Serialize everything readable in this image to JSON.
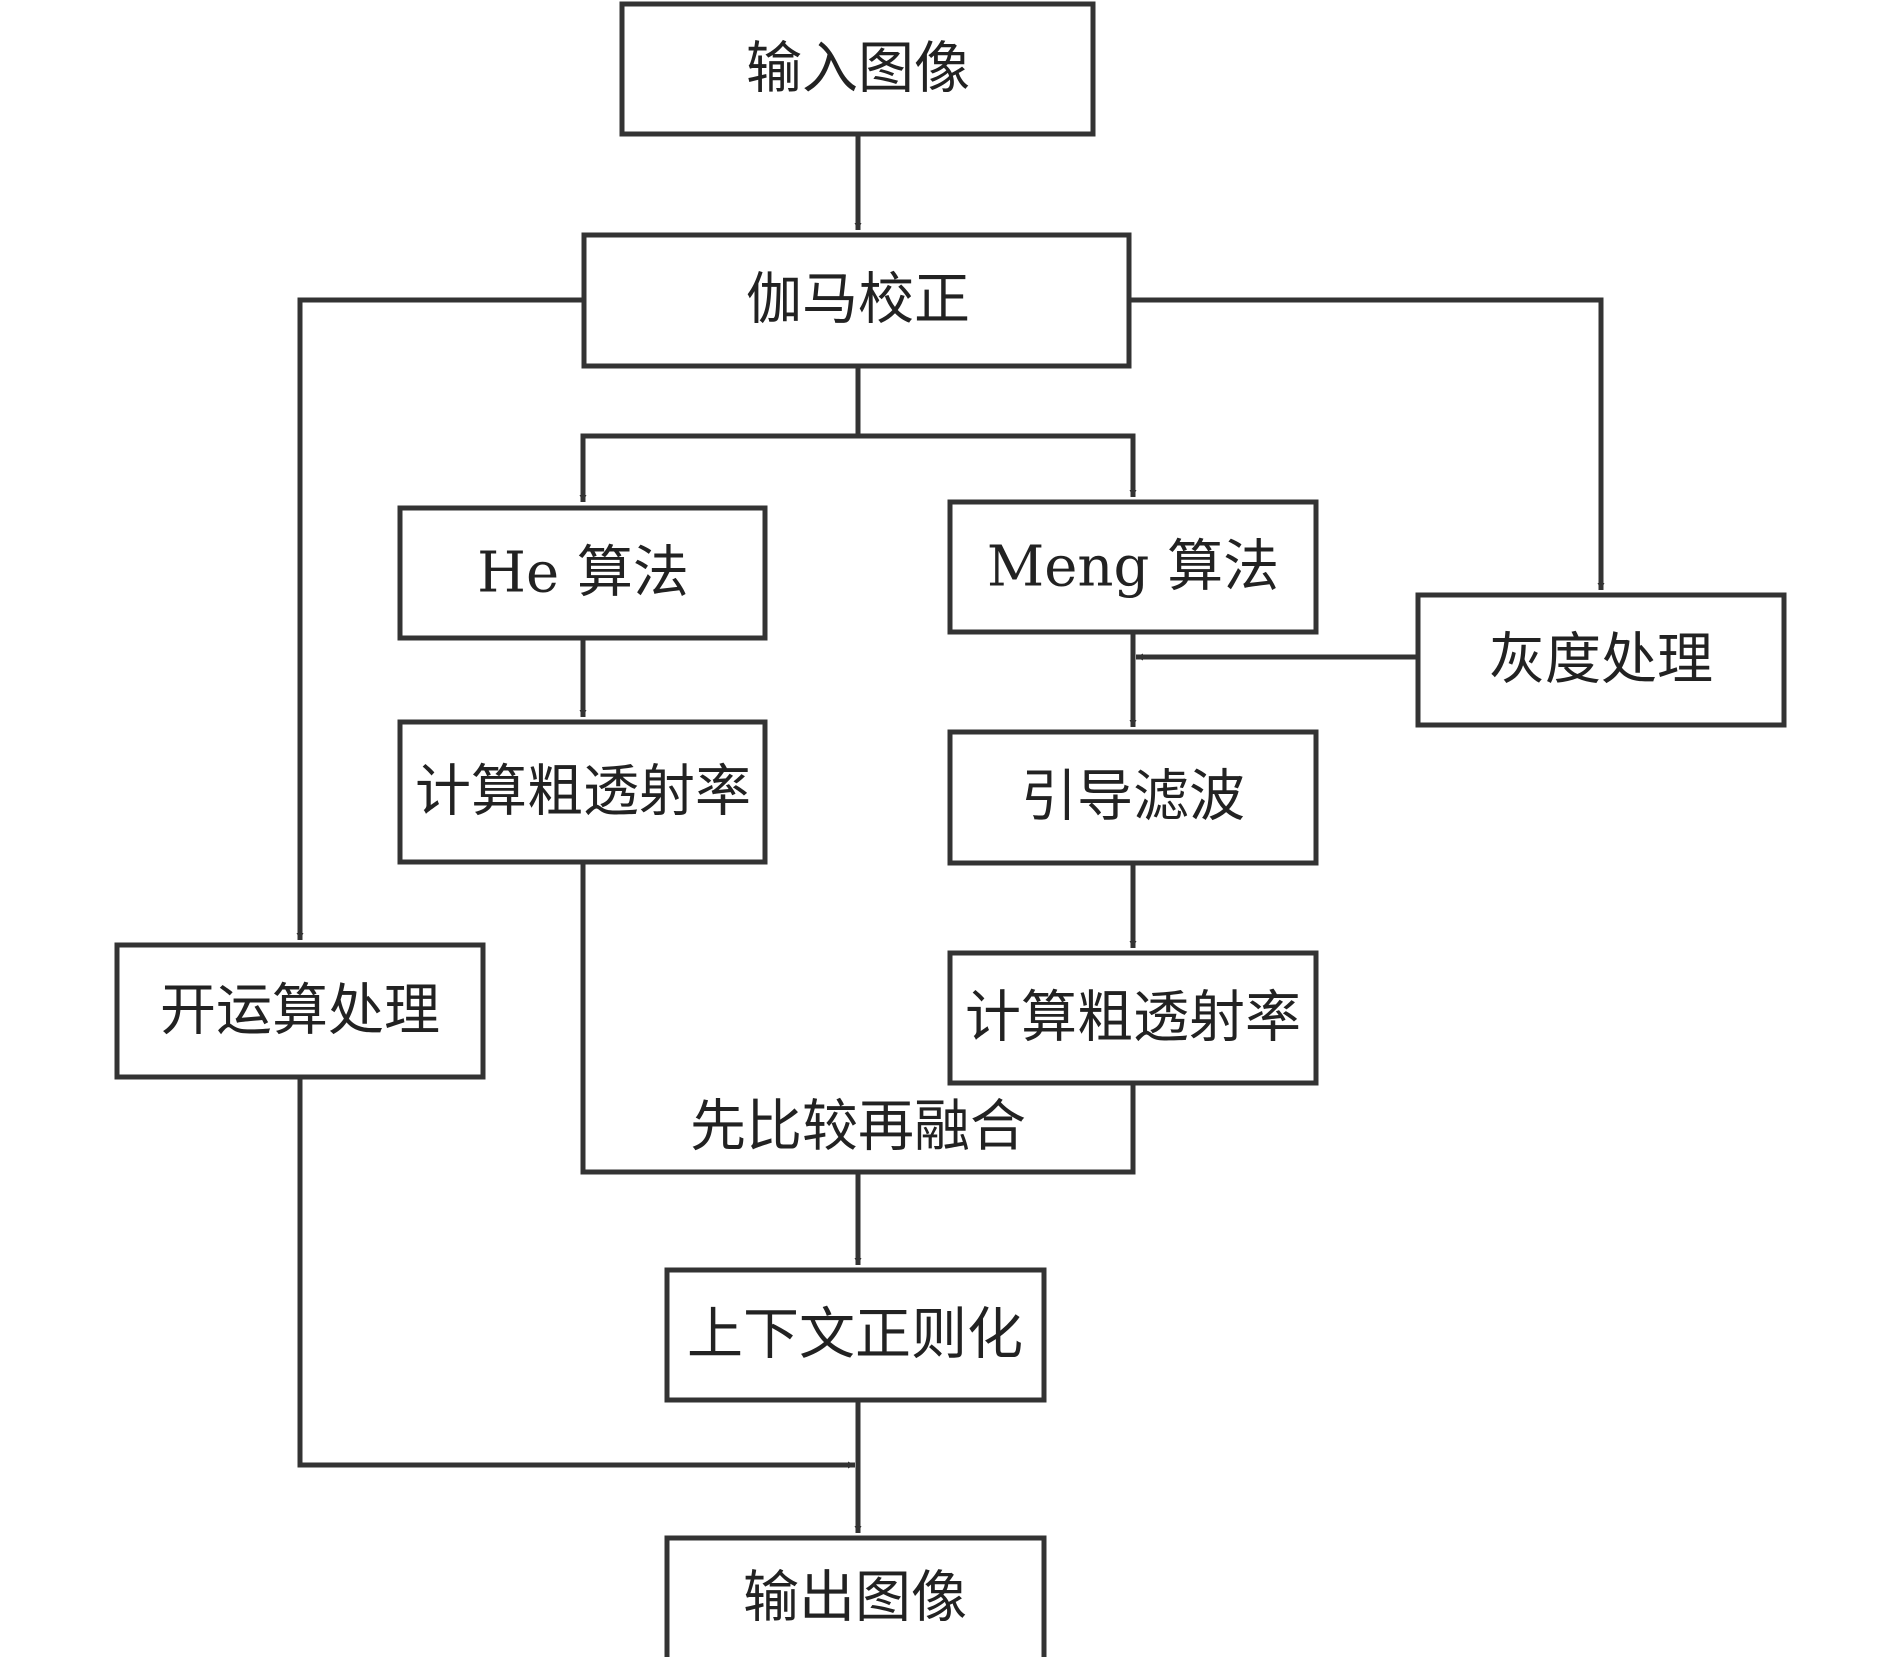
{
  "nodes": {
    "input": {
      "label": "输入图像"
    },
    "gamma": {
      "label": "伽马校正"
    },
    "he": {
      "label": "He 算法"
    },
    "meng": {
      "label": "Meng 算法"
    },
    "gray": {
      "label": "灰度处理"
    },
    "coarse_left": {
      "label": "计算粗透射率"
    },
    "guided_filter": {
      "label": "引导滤波"
    },
    "coarse_right": {
      "label": "计算粗透射率"
    },
    "opening": {
      "label": "开运算处理"
    },
    "context_reg": {
      "label": "上下文正则化"
    },
    "output": {
      "label": "输出图像"
    }
  },
  "edge_labels": {
    "compare_fuse": "先比较再融合"
  },
  "colors": {
    "stroke": "#333333",
    "text": "#222222",
    "background": "#ffffff"
  }
}
